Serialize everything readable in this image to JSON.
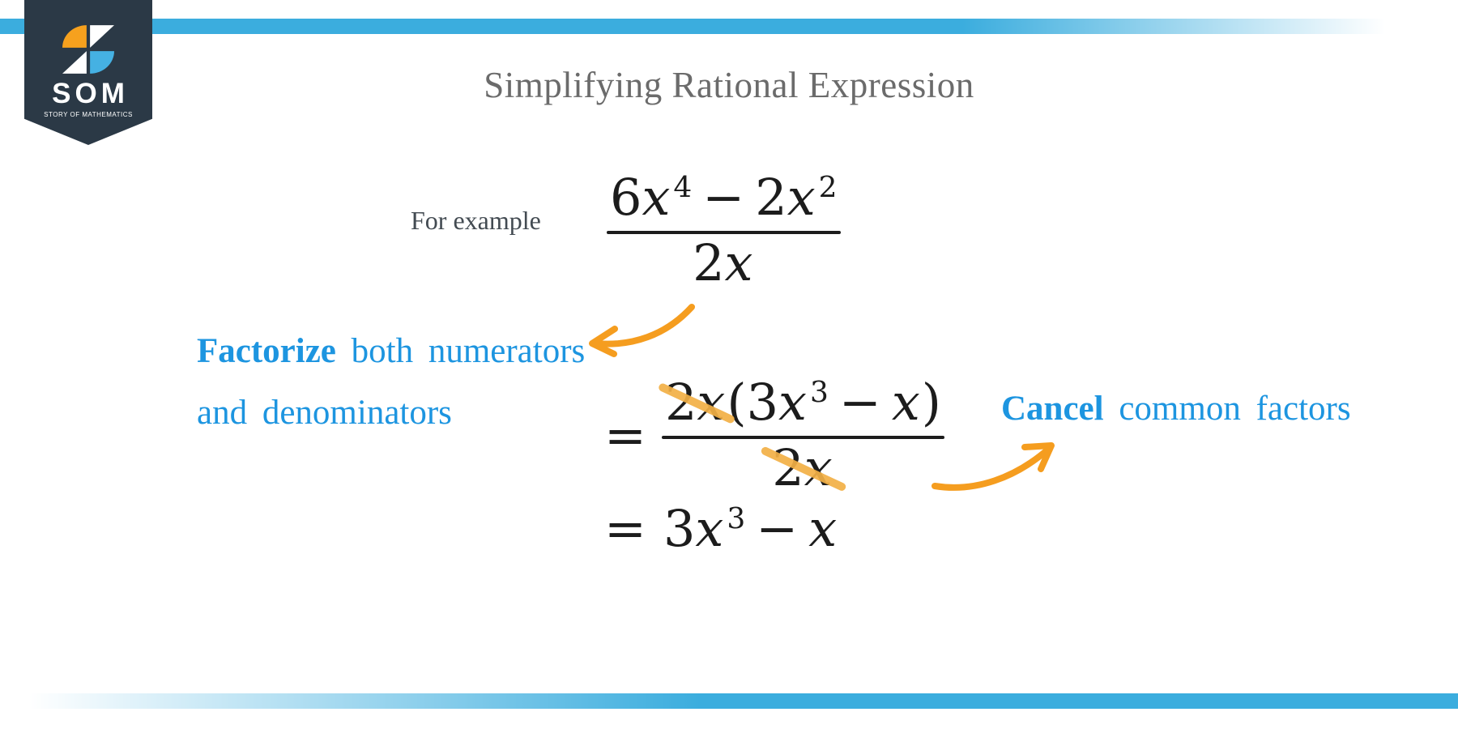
{
  "colors": {
    "bar_blue": "#3badde",
    "badge_navy": "#2b3946",
    "logo_orange": "#f6a11e",
    "logo_blue": "#45b1e3",
    "arrow_orange": "#f59d1f",
    "strike_orange": "#f2b045",
    "text_blue": "#1d95e0",
    "title_gray": "#6b6b6b",
    "label_gray": "#434b52",
    "math_black": "#1c1c1c"
  },
  "logo": {
    "acronym": "SOM",
    "tagline": "STORY OF MATHEMATICS"
  },
  "header": {
    "title": "Simplifying Rational Expression"
  },
  "steps": {
    "example_label": "For example",
    "step1": {
      "numerator": {
        "c1": "6",
        "v1": "x",
        "e1": "4",
        "op": "−",
        "c2": "2",
        "v2": "x",
        "e2": "2"
      },
      "denominator": {
        "c": "2",
        "v": "x"
      }
    },
    "step2": {
      "equals": "=",
      "numerator": {
        "cancel_c": "2",
        "cancel_v": "x",
        "open": "(",
        "c": "3",
        "v": "x",
        "e": "3",
        "op": "−",
        "v2": "x",
        "close": ")"
      },
      "denominator": {
        "cancel_c": "2",
        "cancel_v": "x"
      }
    },
    "step3": {
      "equals": "=",
      "c": "3",
      "v": "x",
      "e": "3",
      "op": "−",
      "v2": "x"
    }
  },
  "annotations": {
    "factorize": {
      "keyword": "Factorize",
      "line1_rest": "both  numerators",
      "line2": "and denominators"
    },
    "cancel": {
      "keyword": "Cancel",
      "rest": "common factors"
    }
  }
}
